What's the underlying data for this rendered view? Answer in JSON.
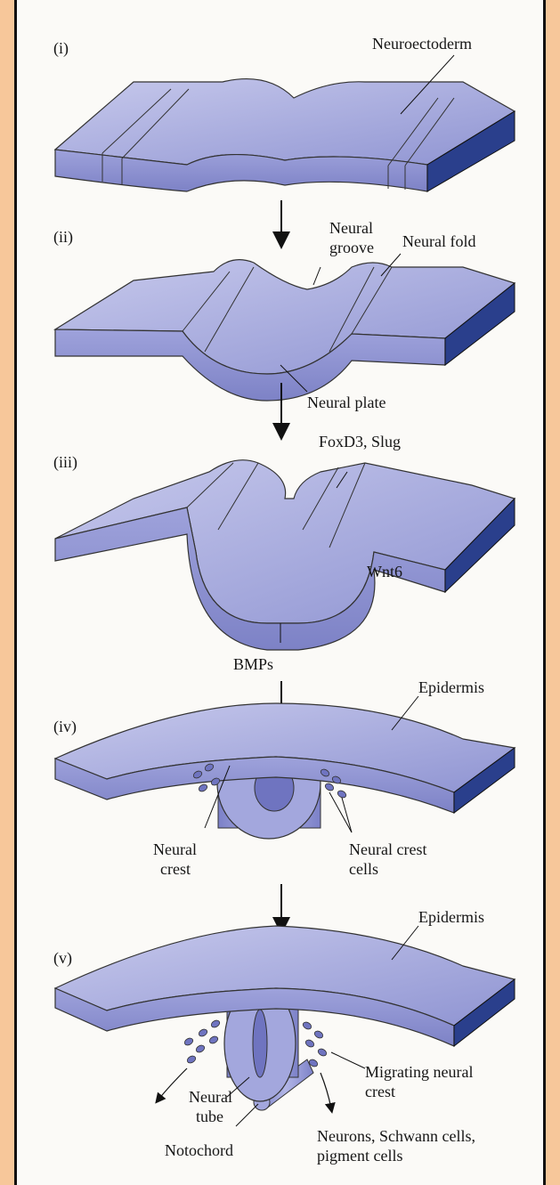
{
  "stages": [
    {
      "numeral": "(i)",
      "labels": [
        "Neuroectoderm"
      ]
    },
    {
      "numeral": "(ii)",
      "labels": [
        "Neural",
        "groove",
        "Neural fold",
        "Neural plate"
      ]
    },
    {
      "numeral": "(iii)",
      "labels": [
        "FoxD3, Slug",
        "Wnt6",
        "BMPs"
      ]
    },
    {
      "numeral": "(iv)",
      "labels": [
        "Epidermis",
        "Neural",
        "crest",
        "Neural crest",
        "cells"
      ]
    },
    {
      "numeral": "(v)",
      "labels": [
        "Epidermis",
        "Migrating neural",
        "crest",
        "Neural",
        "tube",
        "Notochord",
        "Neurons, Schwann cells,",
        "pigment cells"
      ]
    }
  ],
  "colors": {
    "background_border": "#f7c79a",
    "tissue_top": "#a7aadd",
    "tissue_front": "#8a8ed0",
    "tissue_dark_edge": "#2a3f8c",
    "tube": "#9a9fd9",
    "tube_lumen": "#6f74c0"
  }
}
